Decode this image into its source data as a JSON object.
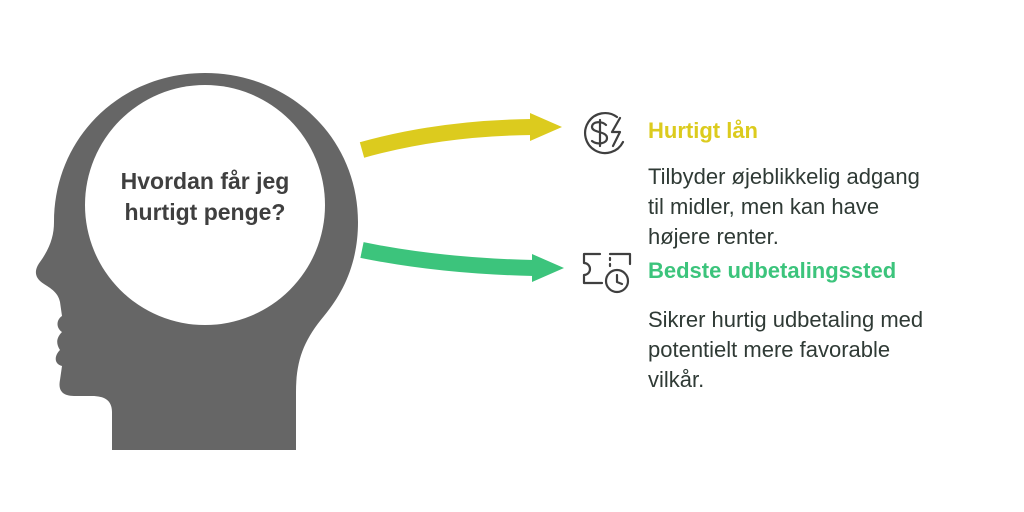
{
  "question": {
    "line1": "Hvordan får jeg",
    "line2": "hurtigt penge?"
  },
  "options": [
    {
      "title": "Hurtigt lån",
      "desc_lines": [
        "Tilbyder øjeblikkelig adgang",
        "til midler, men kan have",
        "højere renter."
      ],
      "color": "#dccb1e",
      "icon": "dollar-lightning-icon"
    },
    {
      "title": "Bedste udbetalingssted",
      "desc_lines": [
        "Sikrer hurtig udbetaling med",
        "potentielt mere favorable",
        "vilkår."
      ],
      "color": "#3cc47c",
      "icon": "ticket-clock-icon"
    }
  ],
  "colors": {
    "head": "#666666",
    "circle_fill": "#ffffff",
    "text_dark": "#3f3f3f",
    "icon_stroke": "#3f3f3f"
  }
}
